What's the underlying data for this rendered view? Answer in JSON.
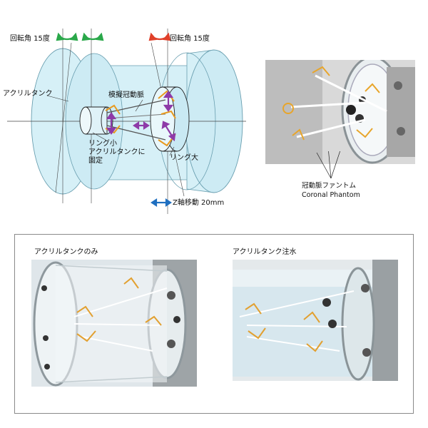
{
  "diagram": {
    "rot_left_label": "回転角 15度",
    "rot_right_label": "回転角 15度",
    "acrylic_tank_label": "アクリルタンク",
    "coronary_phantom_label": "模擬冠動脈",
    "ring_small_label_1": "リング小",
    "ring_small_label_2": "アクリルタンクに",
    "ring_small_label_3": "固定",
    "ring_large_label": "リング大",
    "z_move_label": "Z軸移動 20mm"
  },
  "photo_top_right": {
    "caption_jp": "冠動脈ファントム",
    "caption_en": "Coronal Phantom"
  },
  "bottom_panel": {
    "left_title": "アクリルタンクのみ",
    "right_title": "アクリルタンク注水"
  },
  "colors": {
    "tank_fill": "#d6f0f7",
    "tank_stroke": "#6a9fb0",
    "green_arrow": "#2aa84a",
    "red_arrow": "#e0402a",
    "blue_arrow": "#1f6fc0",
    "purple_arrow": "#8e3aa8",
    "orange_ring": "#e89a1e"
  }
}
